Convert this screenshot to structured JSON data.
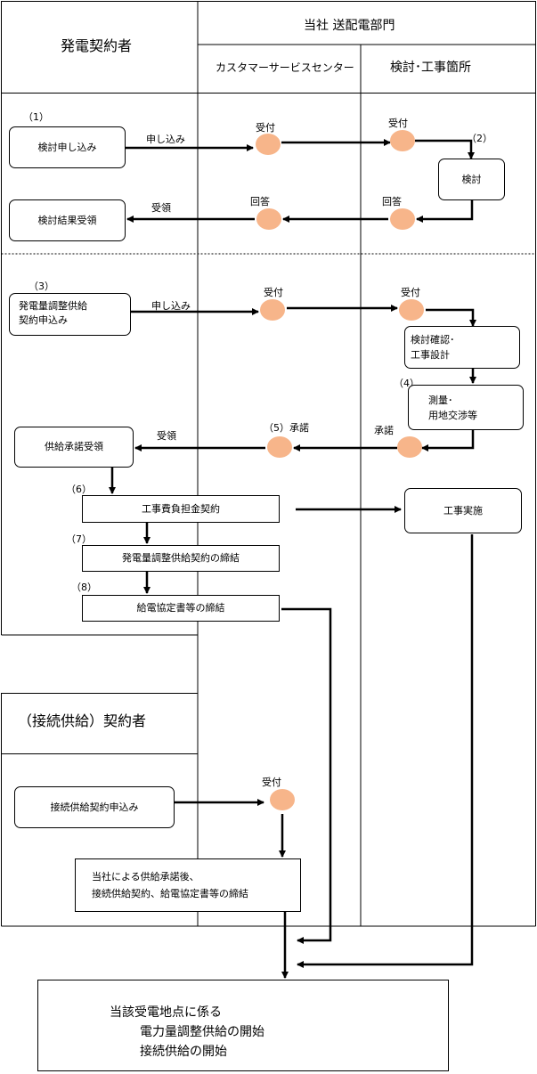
{
  "header": {
    "generator_contractor": "発電契約者",
    "company_dept": "当社  送配電部門",
    "customer_center": "カスタマーサービスセンター",
    "construction_office": "検討･工事箇所"
  },
  "connection_contractor": "（接続供給）契約者",
  "steps": {
    "s1_num": "（1）",
    "s1_box": "検討申し込み",
    "s1_apply": "申し込み",
    "s1_accept_cs": "受付",
    "s1_accept_site": "受付",
    "s2_num": "（2）",
    "s2_box": "検討",
    "answer_site": "回答",
    "answer_cs": "回答",
    "receive1": "受領",
    "result_box": "検討結果受領",
    "s3_num": "（3）",
    "s3_box": "発電量調整供給\n契約申込み",
    "s3_apply": "申し込み",
    "s3_accept_cs": "受付",
    "s3_accept_site": "受付",
    "design_box": "検討確認･\n工事設計",
    "s4_num": "（4）",
    "survey_box": "測量･\n用地交渉等",
    "consent_site": "承諾",
    "s5_consent": "（5）承諾",
    "receive2": "受領",
    "consent_box": "供給承諾受領",
    "s6_num": "（6）",
    "s6_box": "工事費負担金契約",
    "work_box": "工事実施",
    "s7_num": "（7）",
    "s7_box": "発電量調整供給契約の締結",
    "s8_num": "（8）",
    "s8_box": "給電協定書等の締結",
    "conn_box": "接続供給契約申込み",
    "conn_accept": "受付",
    "conn_contract_box": "当社による供給承諾後、\n接続供給契約、給電協定書等の締結",
    "final_line1": "当該受電地点に係る",
    "final_line2": "電力量調整供給の開始",
    "final_line3": "接続供給の開始"
  },
  "colors": {
    "accept_dot": "#f7b58a"
  }
}
